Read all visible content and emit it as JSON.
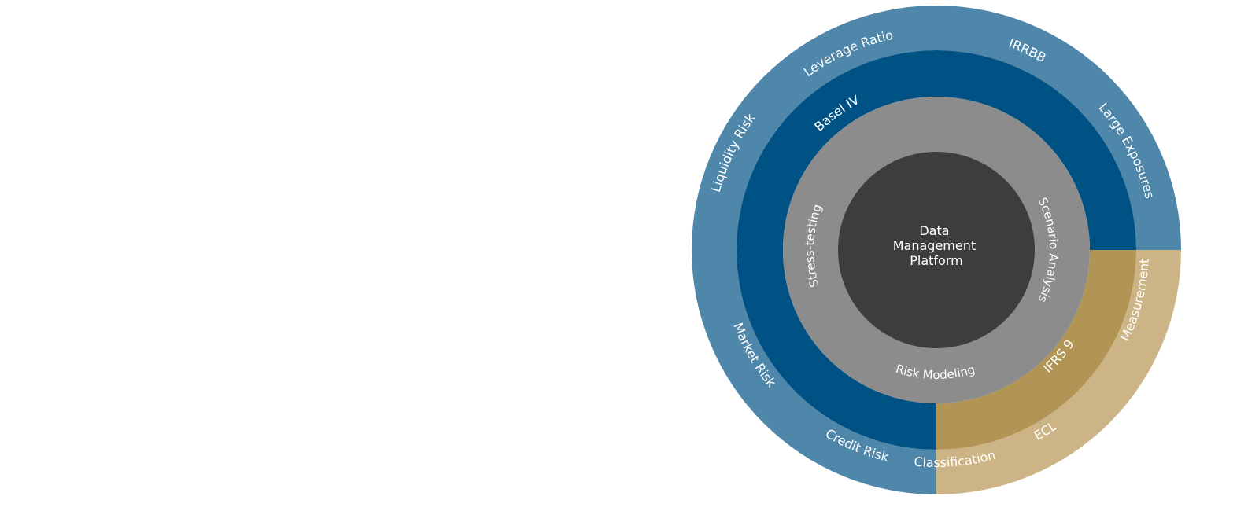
{
  "center": {
    "lines": [
      "Data",
      "Management",
      "Platform"
    ]
  },
  "colors": {
    "outer_blue": "#4f87ab",
    "mid_blue": "#005285",
    "outer_gold": "#ccb486",
    "mid_gold": "#b29554",
    "gray_ring": "#8c8c8c",
    "core": "#3d3d3d",
    "text": "#ffffff",
    "background": "#ffffff"
  },
  "rings": {
    "outer_blue_labels": [
      "Leverage Ratio",
      "IRRBB",
      "Large Exposures",
      "Liquidity Risk",
      "Market Risk",
      "Credit Risk"
    ],
    "outer_gold_labels": [
      "Measurement",
      "ECL",
      "Classification"
    ],
    "mid_blue_labels": [
      "Basel IV"
    ],
    "mid_gold_labels": [
      "IFRS 9"
    ],
    "gray_labels": [
      "Stress-testing",
      "Scenario Analysis",
      "Risk Modeling"
    ]
  }
}
